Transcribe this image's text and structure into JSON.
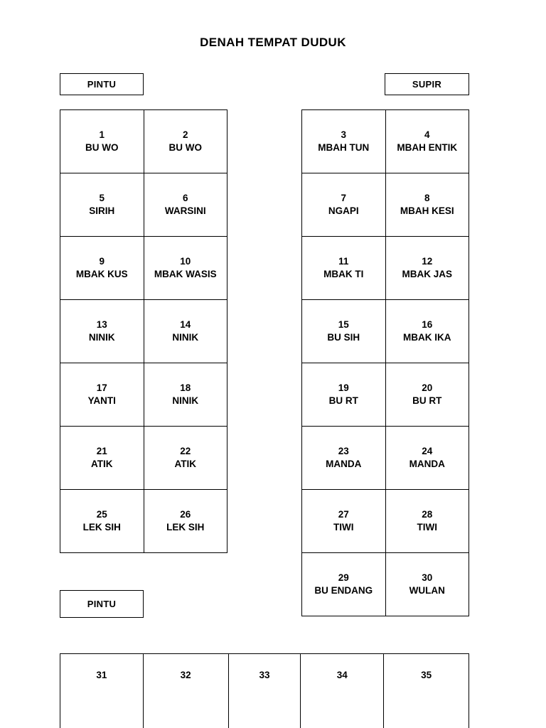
{
  "document": {
    "title": "DENAH TEMPAT DUDUK"
  },
  "labels": {
    "pintu_top": "PINTU",
    "supir": "SUPIR",
    "pintu_bottom": "PINTU"
  },
  "left_block": {
    "rows": [
      {
        "cells": [
          {
            "number": "1",
            "name": "BU WO"
          },
          {
            "number": "2",
            "name": "BU WO"
          }
        ]
      },
      {
        "cells": [
          {
            "number": "5",
            "name": "SIRIH"
          },
          {
            "number": "6",
            "name": "WARSINI"
          }
        ]
      },
      {
        "cells": [
          {
            "number": "9",
            "name": "MBAK KUS"
          },
          {
            "number": "10",
            "name": "MBAK WASIS"
          }
        ]
      },
      {
        "cells": [
          {
            "number": "13",
            "name": "NINIK"
          },
          {
            "number": "14",
            "name": "NINIK"
          }
        ]
      },
      {
        "cells": [
          {
            "number": "17",
            "name": "YANTI"
          },
          {
            "number": "18",
            "name": "NINIK"
          }
        ]
      },
      {
        "cells": [
          {
            "number": "21",
            "name": "ATIK"
          },
          {
            "number": "22",
            "name": "ATIK"
          }
        ]
      },
      {
        "cells": [
          {
            "number": "25",
            "name": "LEK SIH"
          },
          {
            "number": "26",
            "name": "LEK SIH"
          }
        ]
      }
    ]
  },
  "right_block": {
    "rows": [
      {
        "cells": [
          {
            "number": "3",
            "name": "MBAH TUN"
          },
          {
            "number": "4",
            "name": "MBAH ENTIK"
          }
        ]
      },
      {
        "cells": [
          {
            "number": "7",
            "name": "NGAPI"
          },
          {
            "number": "8",
            "name": "MBAH KESI"
          }
        ]
      },
      {
        "cells": [
          {
            "number": "11",
            "name": "MBAK TI"
          },
          {
            "number": "12",
            "name": "MBAK JAS"
          }
        ]
      },
      {
        "cells": [
          {
            "number": "15",
            "name": "BU SIH"
          },
          {
            "number": "16",
            "name": "MBAK IKA"
          }
        ]
      },
      {
        "cells": [
          {
            "number": "19",
            "name": "BU RT"
          },
          {
            "number": "20",
            "name": "BU RT"
          }
        ]
      },
      {
        "cells": [
          {
            "number": "23",
            "name": "MANDA"
          },
          {
            "number": "24",
            "name": "MANDA"
          }
        ]
      },
      {
        "cells": [
          {
            "number": "27",
            "name": "TIWI"
          },
          {
            "number": "28",
            "name": "TIWI"
          }
        ]
      },
      {
        "cells": [
          {
            "number": "29",
            "name": "BU ENDANG"
          },
          {
            "number": "30",
            "name": "WULAN"
          }
        ]
      }
    ]
  },
  "bottom_row": {
    "cells": [
      {
        "number": "31",
        "width": 117
      },
      {
        "number": "32",
        "width": 120
      },
      {
        "number": "33",
        "width": 102
      },
      {
        "number": "34",
        "width": 117
      },
      {
        "number": "35",
        "width": 120
      }
    ]
  }
}
